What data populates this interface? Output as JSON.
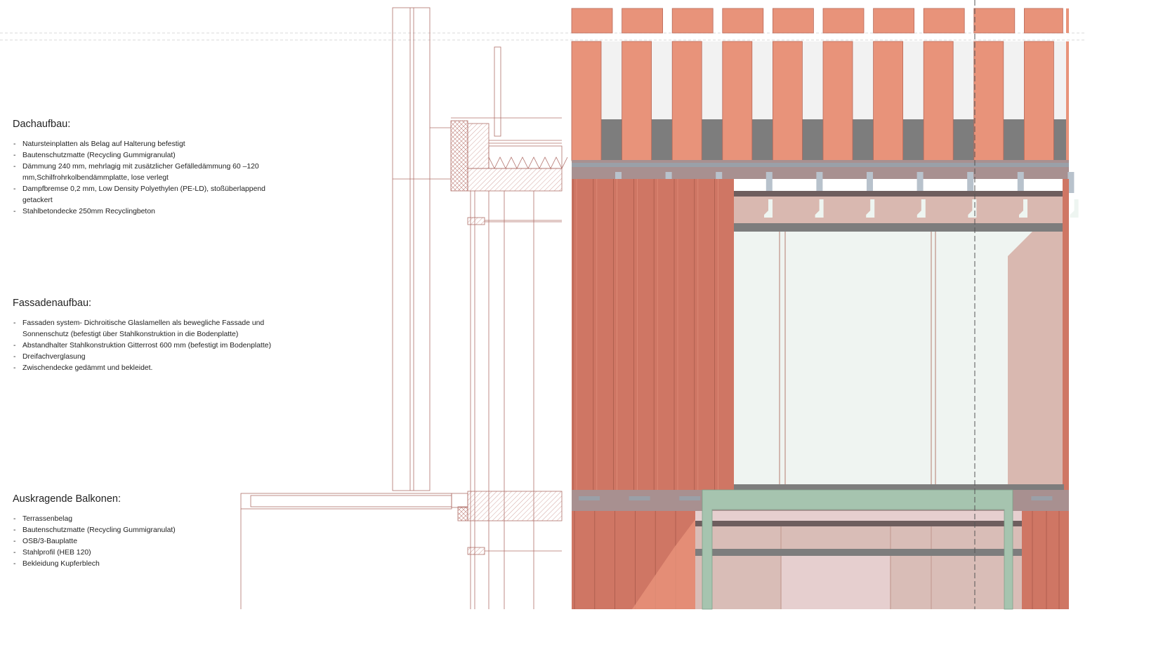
{
  "sections": [
    {
      "title": "Dachaufbau:",
      "items": [
        "Natursteinplatten als Belag auf Halterung befestigt",
        "Bautenschutzmatte (Recycling Gummigranulat)",
        "Dämmung 240 mm, mehrlagig mit zusätzlicher Gefälledämmung 60 –120 mm,Schilfrohrkolbendämmplatte, lose verlegt",
        "Dampfbremse 0,2 mm, Low Density Polyethylen (PE-LD), stoßüberlappend getackert",
        "Stahlbetondecke 250mm Recyclingbeton"
      ]
    },
    {
      "title": "Fassadenaufbau:",
      "items": [
        "Fassaden system- Dichroitische Glaslamellen als bewegliche Fassade und Sonnenschutz (befestigt über Stahlkonstruktion in die Bodenplatte)",
        "Abstandhalter Stahlkonstruktion Gitterrost 600 mm (befestigt im Bodenplatte)",
        "Dreifachverglasung",
        "Zwischendecke gedämmt und bekleidet."
      ]
    },
    {
      "title": "Auskragende Balkonen:",
      "items": [
        "Terrassenbelag",
        "Bautenschutzmatte (Recycling Gummigranulat)",
        "OSB/3-Bauplatte",
        "Stahlprofil (HEB 120)",
        "Bekleidung Kupferblech"
      ]
    }
  ],
  "colors": {
    "terracotta": "#e8937a",
    "copper": "#cf7664",
    "glass": "#eff4f1",
    "steel": "#7d7d7d",
    "band": "#a89090",
    "green": "#a6c4af",
    "line": "#b0706a"
  }
}
